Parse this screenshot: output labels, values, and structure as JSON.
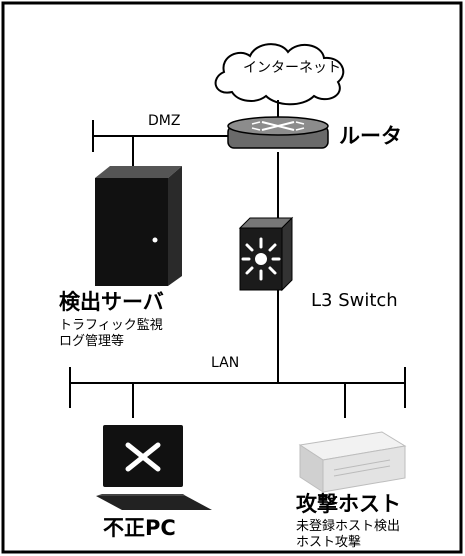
{
  "cloud": {
    "label": "インターネット"
  },
  "dmz": {
    "label": "DMZ"
  },
  "router": {
    "label": "ルータ"
  },
  "l3switch": {
    "label": "L3 Switch"
  },
  "lan": {
    "label": "LAN"
  },
  "detection_server": {
    "title": "検出サーバ",
    "desc_line1": "トラフィック監視",
    "desc_line2": "ログ管理等"
  },
  "illegal_pc": {
    "title": "不正PC"
  },
  "attack_host": {
    "title": "攻撃ホスト",
    "desc_line1": "未登録ホスト検出",
    "desc_line2": "ホスト攻撃"
  }
}
